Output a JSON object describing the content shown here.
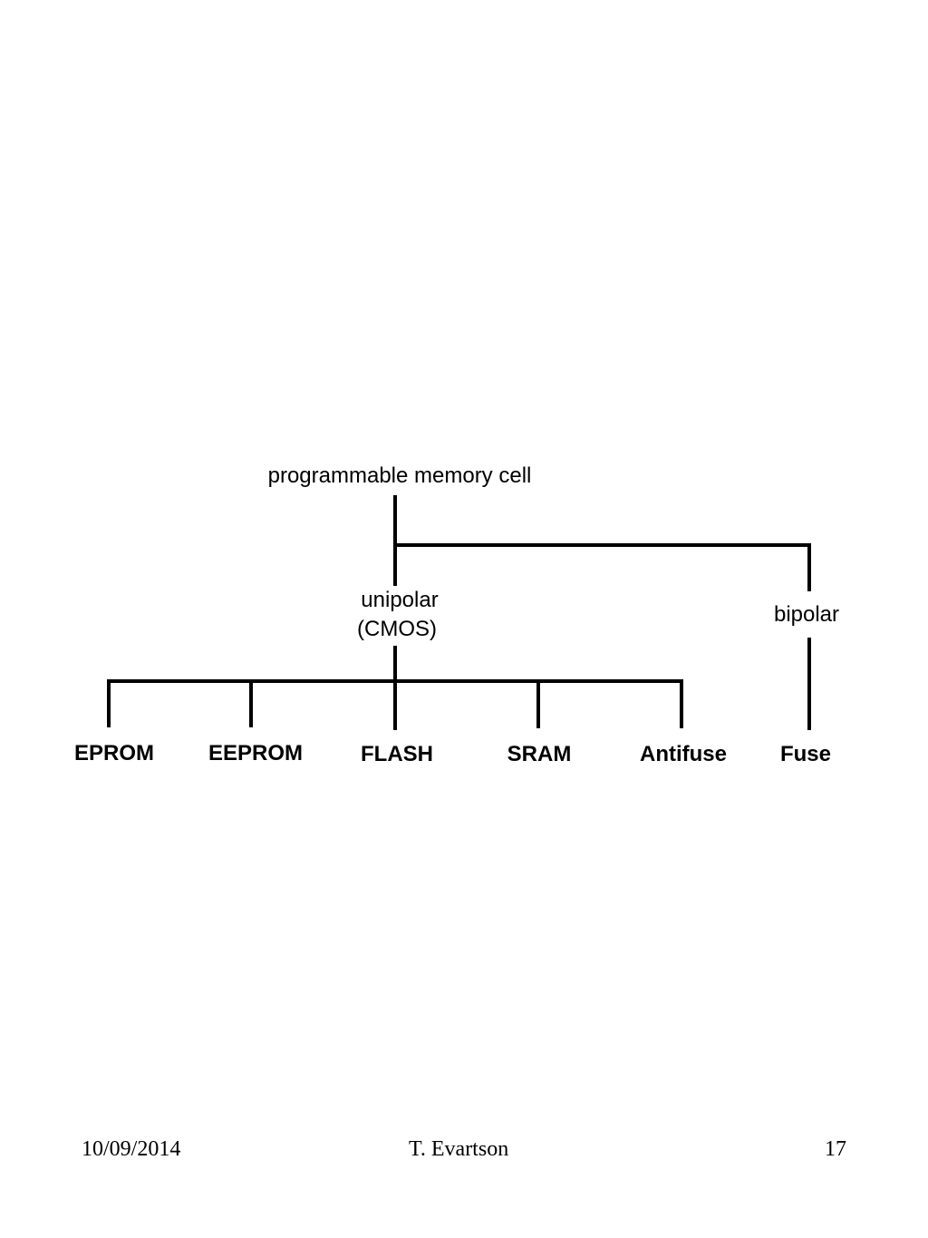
{
  "diagram": {
    "nodes": {
      "root": "programmable memory cell",
      "unipolar_line1": "unipolar",
      "unipolar_line2": "(CMOS)",
      "bipolar": "bipolar",
      "eprom": "EPROM",
      "eeprom": "EEPROM",
      "flash": "FLASH",
      "sram": "SRAM",
      "antifuse": "Antifuse",
      "fuse": "Fuse"
    },
    "line_color": "#000000"
  },
  "footer": {
    "date": "10/09/2014",
    "author": "T. Evartson",
    "page": "17"
  }
}
